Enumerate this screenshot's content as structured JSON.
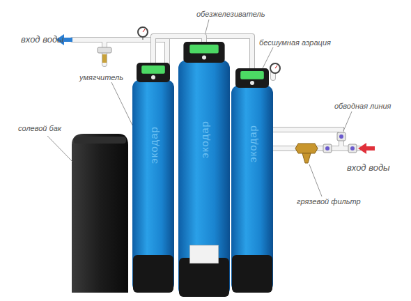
{
  "diagram": {
    "nodes": [
      {
        "text": [
          "экодар"
        ]
      },
      {
        "text": [
          "экодар"
        ]
      },
      {
        "text": [
          "экодар"
        ]
      }
    ],
    "edges": [
      {
        "from": 2,
        "to": 1,
        "arrow": "none"
      },
      {
        "from": 1,
        "to": 0,
        "arrow": "none"
      }
    ],
    "labels": [
      "вход воды",
      "обезжелезиватель",
      "бесшумная аэрация",
      "умягчитель",
      "обводная линия",
      "солевой бак",
      "вход воды",
      "грязевой фильтр"
    ]
  }
}
